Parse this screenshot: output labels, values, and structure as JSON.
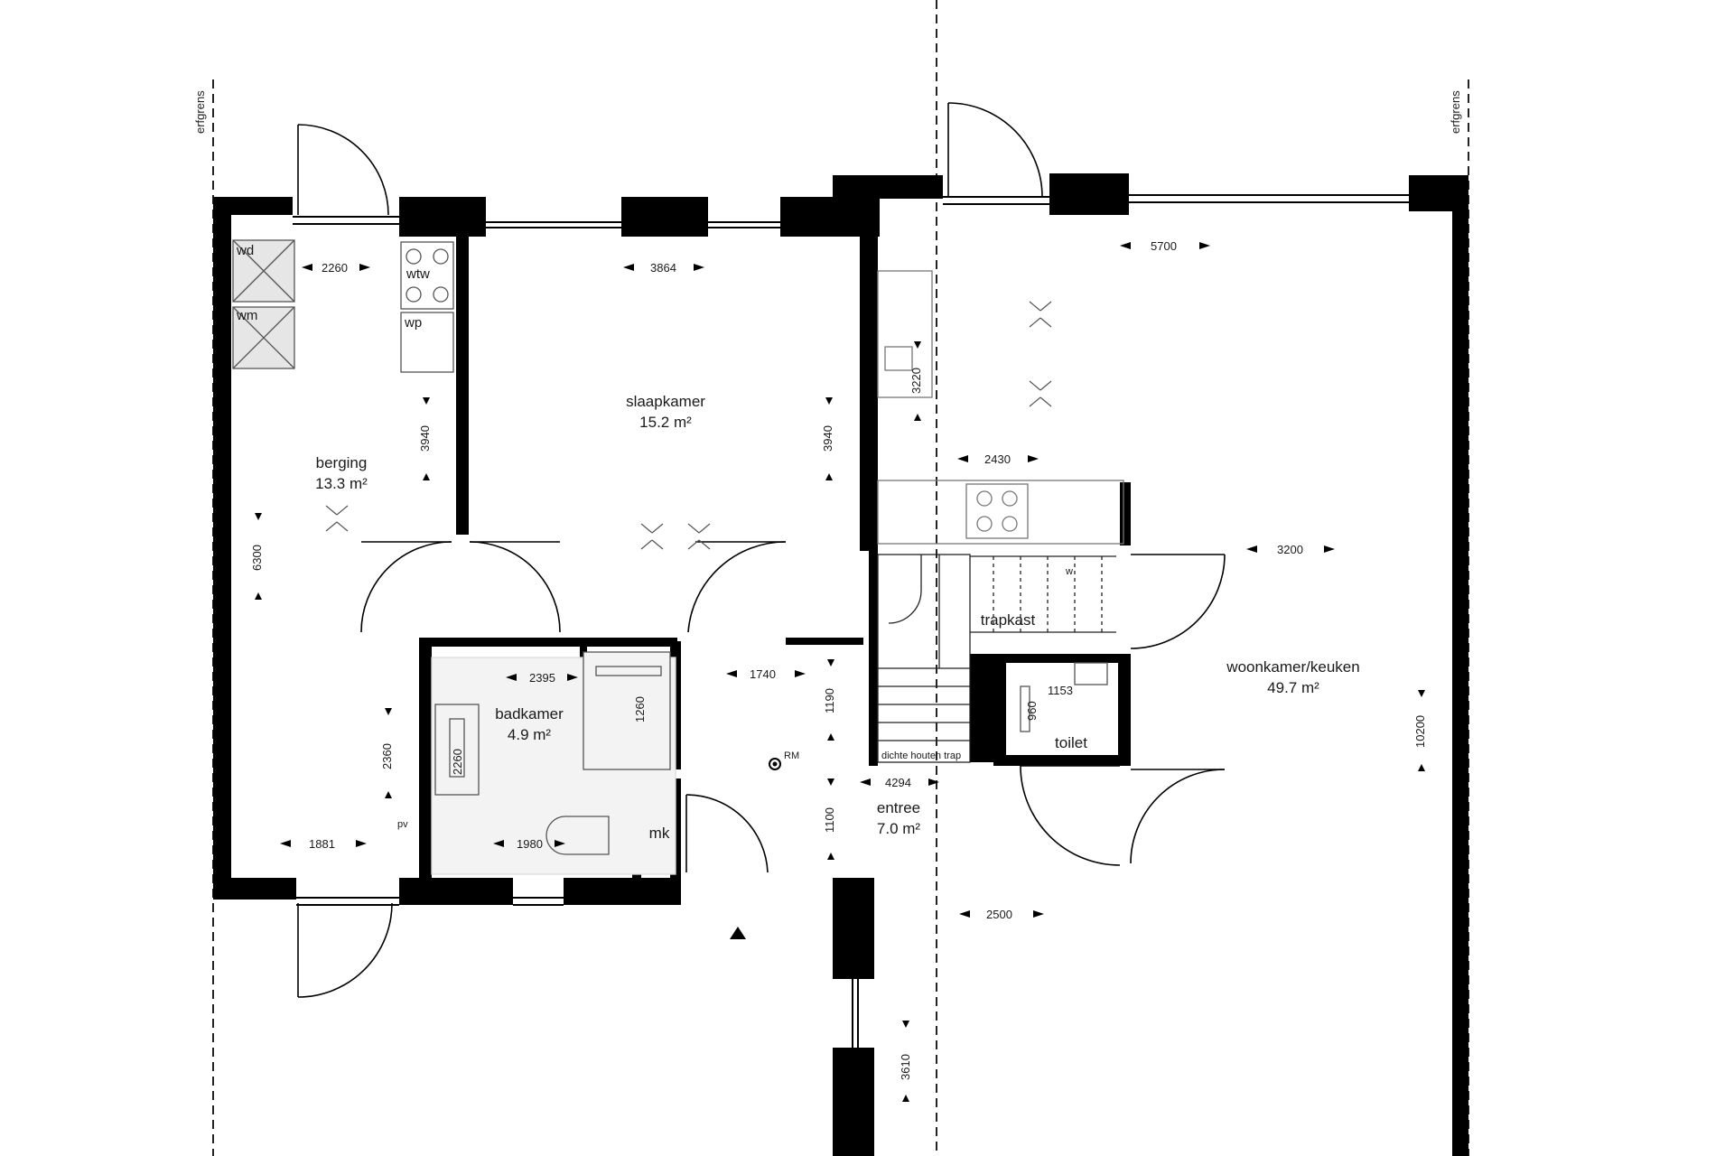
{
  "property_line": "erfgrens",
  "rooms": {
    "berging": {
      "name": "berging",
      "area": "13.3 m²"
    },
    "slaapkamer": {
      "name": "slaapkamer",
      "area": "15.2 m²"
    },
    "badkamer": {
      "name": "badkamer",
      "area": "4.9 m²"
    },
    "entree": {
      "name": "entree",
      "area": "7.0 m²"
    },
    "woonkamer": {
      "name": "woonkamer/keuken",
      "area": "49.7 m²"
    },
    "trapkast": {
      "name": "trapkast"
    },
    "toilet": {
      "name": "toilet"
    },
    "mk": {
      "name": "mk"
    }
  },
  "fixtures": {
    "wd": "wd",
    "wm": "wm",
    "wtw": "wtw",
    "wp": "wp",
    "pv": "pv",
    "rm": "RM",
    "w": "w",
    "stairs": "dichte houten trap"
  },
  "dimensions": {
    "d2260_top": "2260",
    "d3864": "3864",
    "d5700": "5700",
    "d3940_left": "3940",
    "d3940_right": "3940",
    "d6300": "6300",
    "d3220": "3220",
    "d2430": "2430",
    "d3200": "3200",
    "d2395": "2395",
    "d1260": "1260",
    "d2260_bath": "2260",
    "d1740": "1740",
    "d1190": "1190",
    "d1153": "1153",
    "d960": "960",
    "d2360": "2360",
    "d4294": "4294",
    "d1100": "1100",
    "d1881": "1881",
    "d1980": "1980",
    "d2500": "2500",
    "d10200": "10200",
    "d3610": "3610"
  }
}
